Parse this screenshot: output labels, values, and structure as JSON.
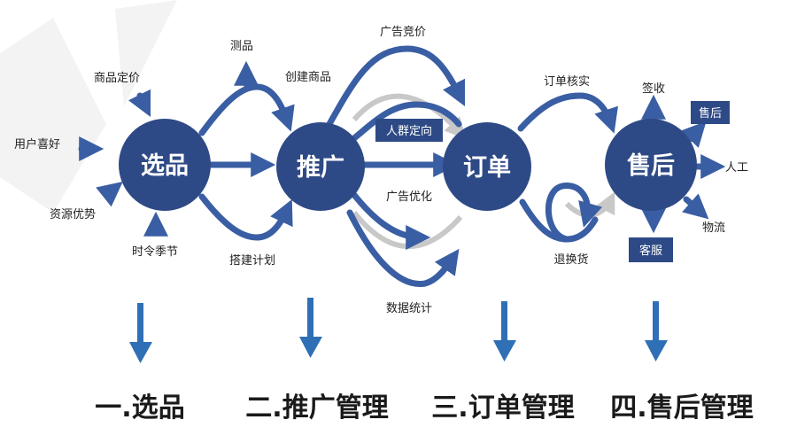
{
  "colors": {
    "primary": "#2e4a86",
    "arrow_blue": "#3a5ea3",
    "down_arrow": "#2f6fb5",
    "grey_path": "#c8c8c8",
    "bg_watermark": "#f3f3f3"
  },
  "nodes": {
    "xuanpin": "选品",
    "tuiguang": "推广",
    "dingdan": "订单",
    "shouhou": "售后"
  },
  "inputs": {
    "pricing": "商品定价",
    "user_pref": "用户喜好",
    "resources": "资源优势",
    "season": "时令季节"
  },
  "promo": {
    "test": "测品",
    "create": "创建商品",
    "plan": "搭建计划"
  },
  "ads": {
    "bidding": "广告竞价",
    "targeting": "人群定向",
    "optimize": "广告优化",
    "stats": "数据统计"
  },
  "order": {
    "verify": "订单核实",
    "returns": "退换货"
  },
  "aftersales": {
    "sign": "签收",
    "service_box": "售后",
    "manual": "人工",
    "logistics": "物流",
    "support": "客服"
  },
  "stages": {
    "s1": "一.选品",
    "s2": "二.推广管理",
    "s3": "三.订单管理",
    "s4": "四.售后管理"
  }
}
